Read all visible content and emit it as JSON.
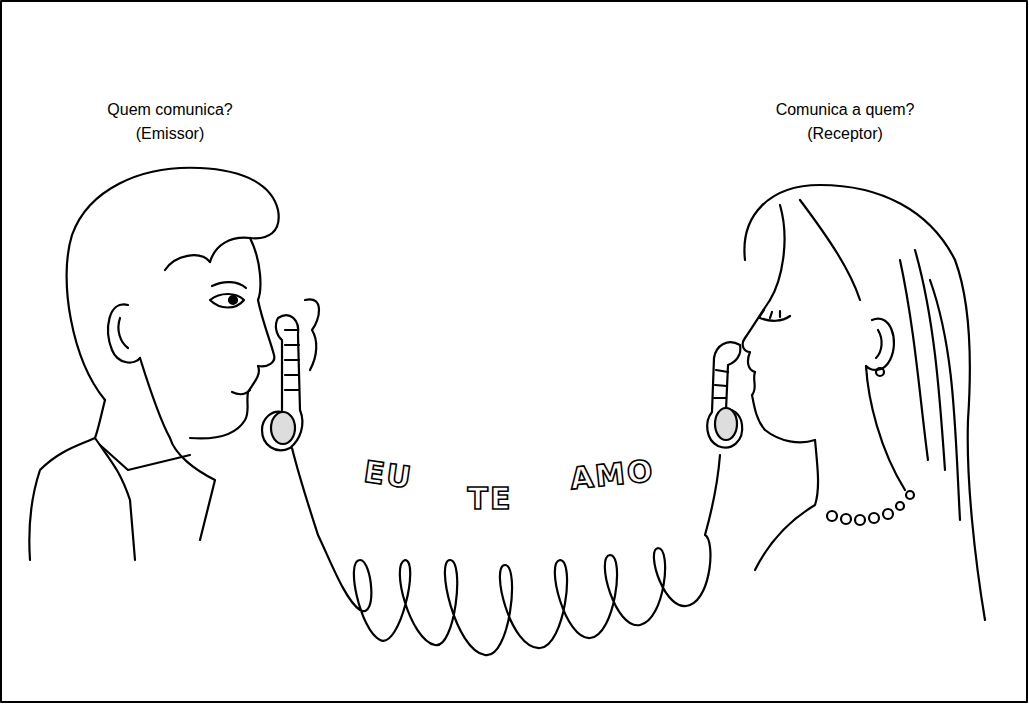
{
  "diagram": {
    "labels": [
      "Quem comunica?",
      "(Emissor)",
      "Comunica a quem?",
      "(Receptor)",
      "EU",
      "TE",
      "AMO"
    ]
  }
}
